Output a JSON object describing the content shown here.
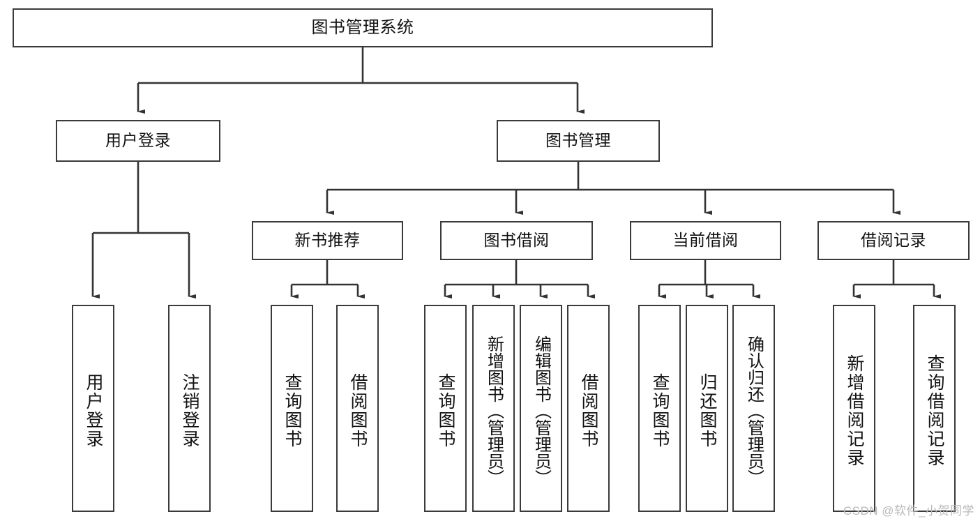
{
  "diagram": {
    "title": "图书管理系统",
    "type": "hierarchy-tree",
    "watermark": "CSDN @软件_小贺同学",
    "colors": {
      "box_border": "#3a3a3a",
      "box_fill": "#ffffff",
      "connector": "#333333",
      "text": "#111111",
      "watermark": "#b9b9b9"
    },
    "levels": {
      "root": {
        "label": "图书管理系统"
      },
      "level2": [
        {
          "label": "用户登录"
        },
        {
          "label": "图书管理"
        }
      ],
      "level3": [
        {
          "label": "新书推荐"
        },
        {
          "label": "图书借阅"
        },
        {
          "label": "当前借阅"
        },
        {
          "label": "借阅记录"
        }
      ],
      "leaves": {
        "user_login": [
          {
            "label": "用户登录"
          },
          {
            "label": "注销登录"
          }
        ],
        "new_book_recommend": [
          {
            "label": "查询图书"
          },
          {
            "label": "借阅图书"
          }
        ],
        "book_borrow": [
          {
            "label": "查询图书"
          },
          {
            "label": "新增图书（管理员）"
          },
          {
            "label": "编辑图书（管理员）"
          },
          {
            "label": "借阅图书"
          }
        ],
        "current_borrow": [
          {
            "label": "查询图书"
          },
          {
            "label": "归还图书"
          },
          {
            "label": "确认归还（管理员）"
          }
        ],
        "borrow_record": [
          {
            "label": "新增借阅记录"
          },
          {
            "label": "查询借阅记录"
          }
        ]
      }
    }
  }
}
